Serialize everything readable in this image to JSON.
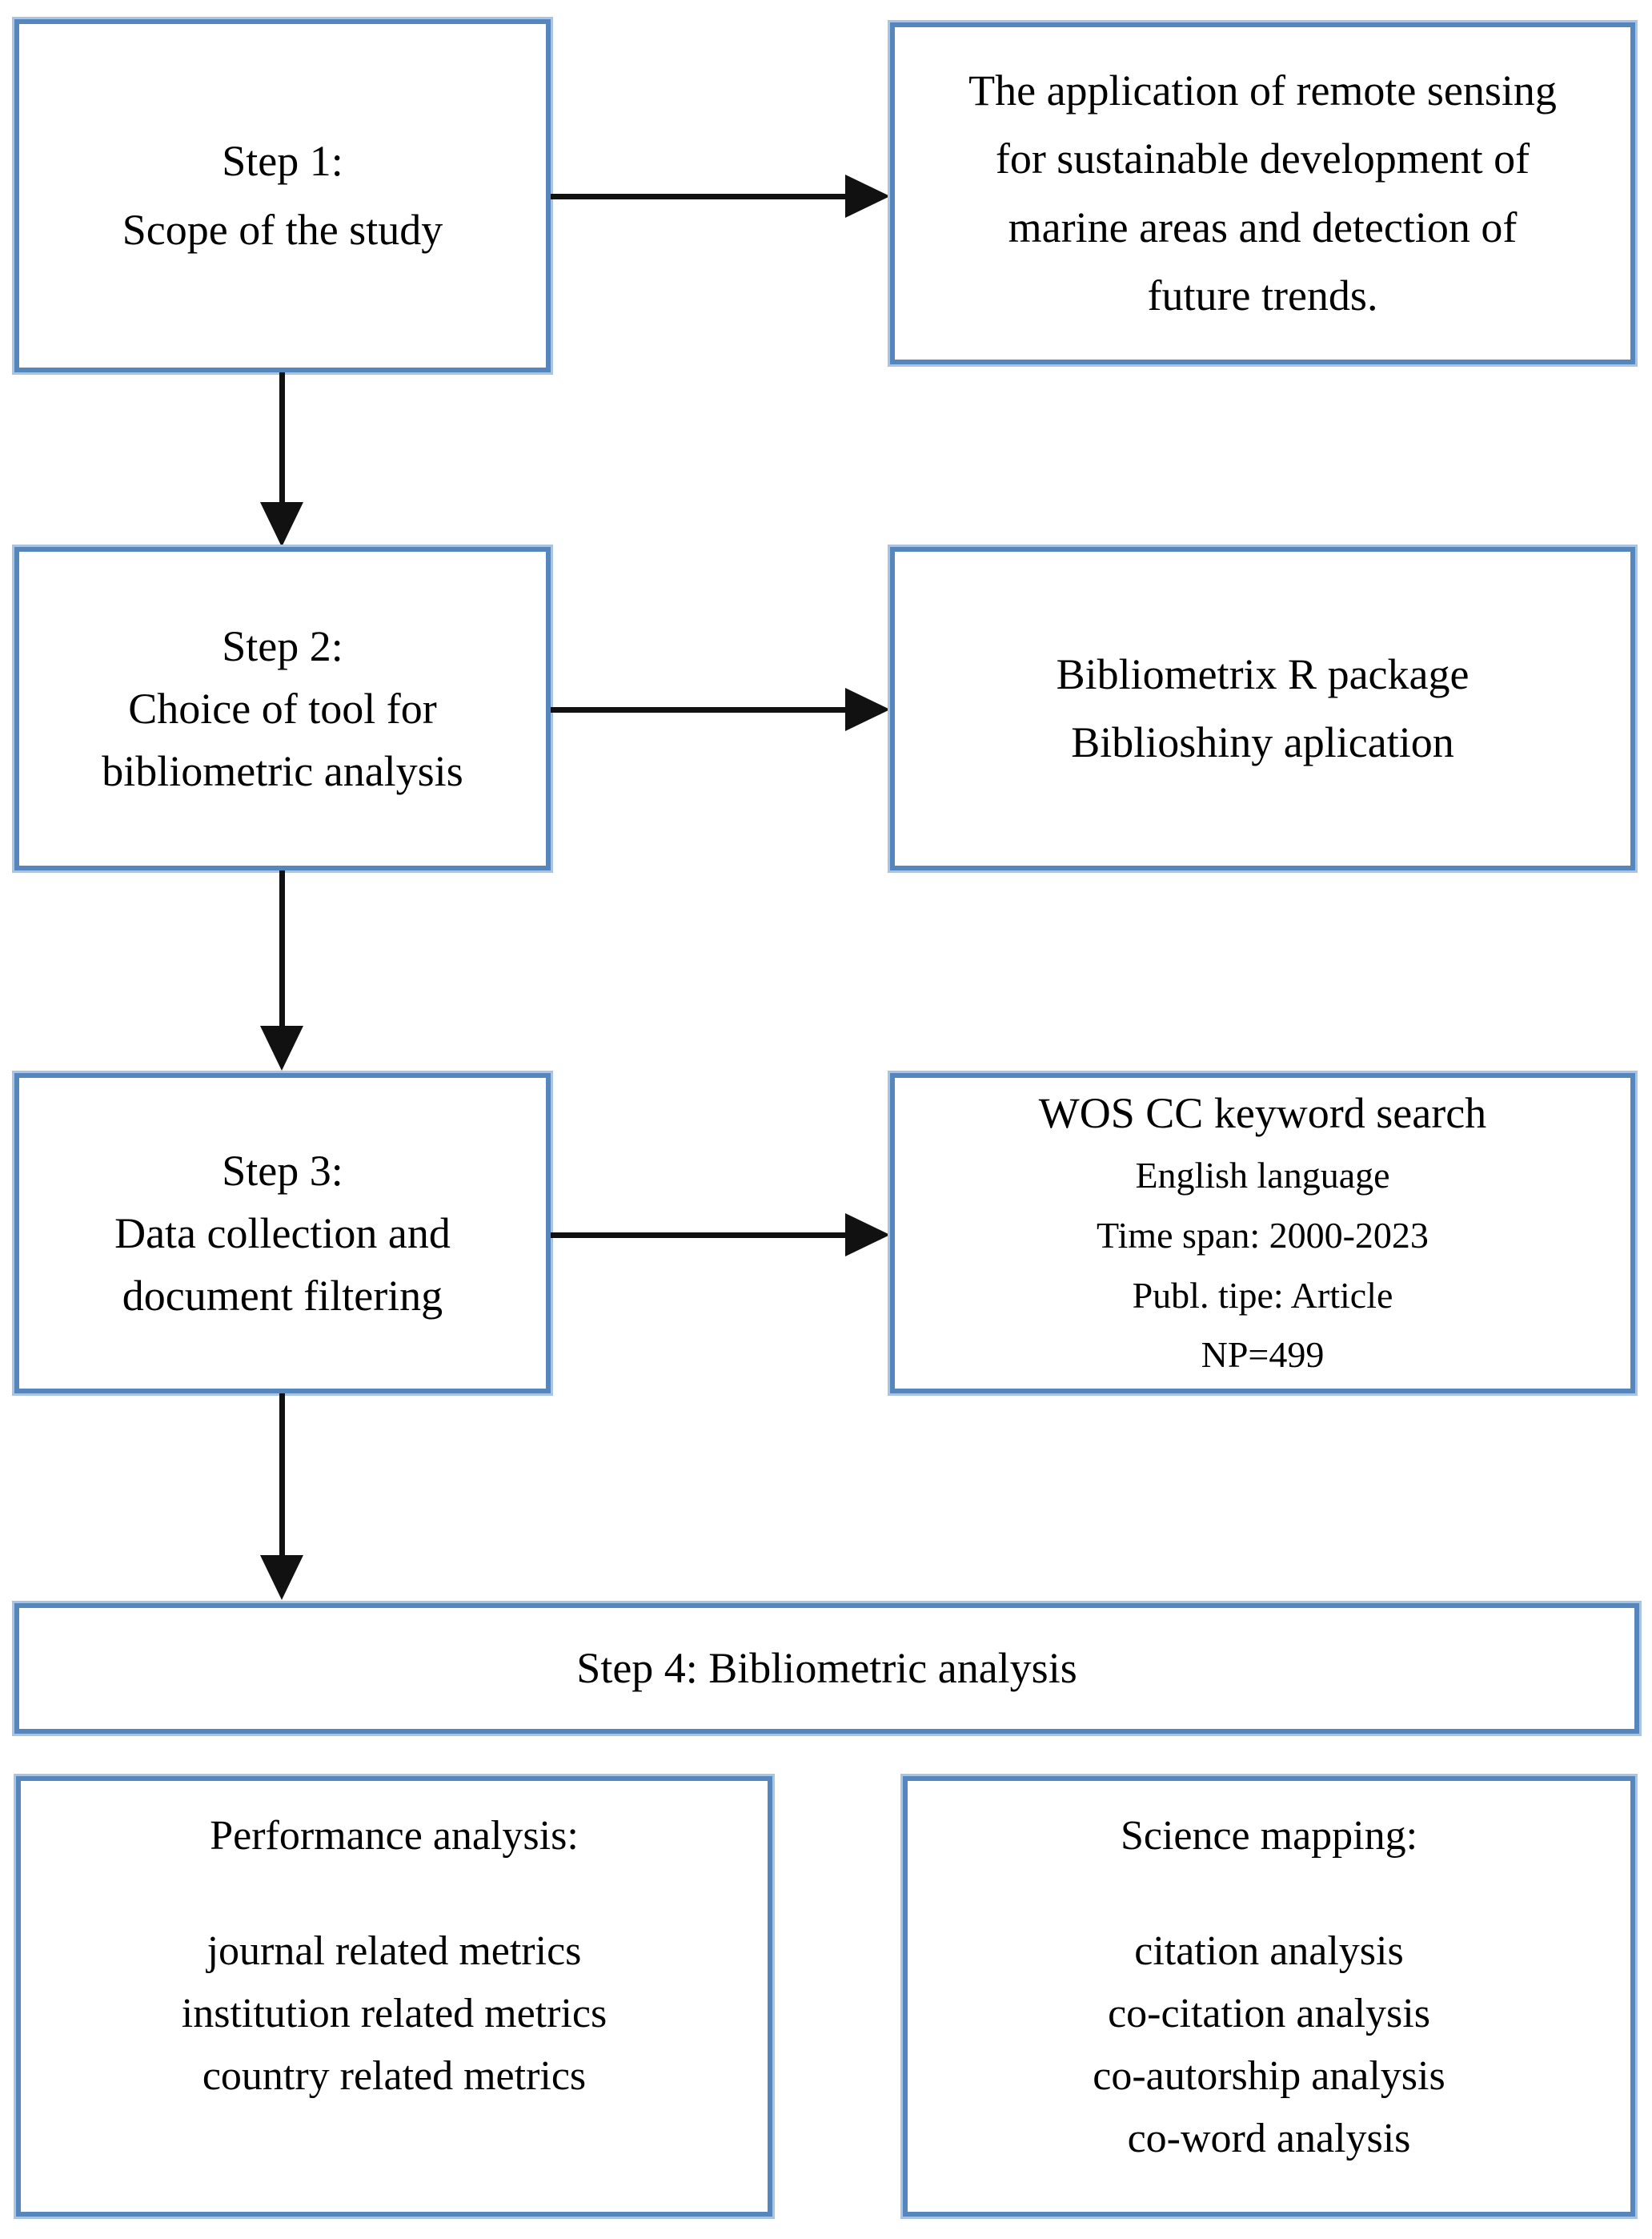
{
  "colors": {
    "box_border": "#5586bd",
    "box_border_glow": "#aac5e3",
    "arrow": "#111111",
    "text": "#000000",
    "background": "#ffffff"
  },
  "boxes": {
    "step1": {
      "title": "Step 1:\nScope of the study"
    },
    "step1_detail": {
      "text": "The application of remote sensing\nfor sustainable development of\nmarine areas and detection of\nfuture trends."
    },
    "step2": {
      "title": "Step 2:\nChoice of tool for\nbibliometric analysis"
    },
    "step2_detail": {
      "text": "Bibliometrix R package\nBiblioshiny aplication"
    },
    "step3": {
      "title": "Step 3:\nData collection and\ndocument filtering"
    },
    "step3_detail": {
      "heading": "WOS CC keyword search",
      "lines": [
        "English language",
        "Time span: 2000-2023",
        "Publ. tipe: Article",
        "NP=499"
      ]
    },
    "step4": {
      "title": "Step 4: Bibliometric analysis"
    },
    "performance": {
      "heading": "Performance analysis:",
      "items": [
        "journal related metrics",
        "institution related metrics",
        "country related metrics"
      ]
    },
    "science_mapping": {
      "heading": "Science mapping:",
      "items": [
        "citation analysis",
        "co-citation analysis",
        "co-autorship analysis",
        "co-word analysis"
      ]
    }
  }
}
